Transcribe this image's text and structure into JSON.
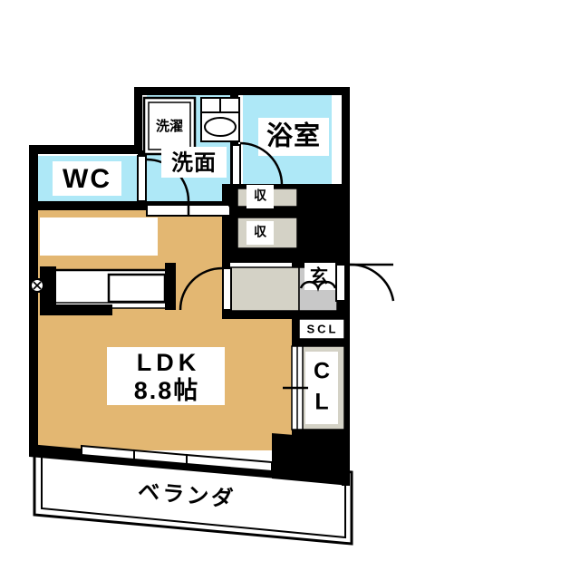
{
  "plan": {
    "type": "japanese-apartment-floor-plan",
    "colors": {
      "wall": "#000000",
      "wet_area": "#aee8f7",
      "living_floor": "#e3b772",
      "storage": "#d4d2c6",
      "genkan_tile": "#c8c8c8",
      "white": "#ffffff",
      "outline": "#000000"
    },
    "rooms": [
      {
        "id": "wc",
        "label": "WC",
        "name": "toilet"
      },
      {
        "id": "washbasin",
        "label": "洗面",
        "name": "washbasin-room"
      },
      {
        "id": "laundry",
        "label": "洗濯",
        "name": "washing-machine-space"
      },
      {
        "id": "bath",
        "label": "浴室",
        "name": "bathroom"
      },
      {
        "id": "storage1",
        "label": "収",
        "name": "storage-upper"
      },
      {
        "id": "storage2",
        "label": "収",
        "name": "storage-lower"
      },
      {
        "id": "genkan",
        "label": "玄",
        "name": "entrance"
      },
      {
        "id": "scl",
        "label": "SCL",
        "name": "shoe-closet"
      },
      {
        "id": "closet",
        "label_line1": "C",
        "label_line2": "L",
        "name": "closet"
      },
      {
        "id": "ldk",
        "label_line1": "LDK",
        "label_line2": "8.8帖",
        "name": "living-dining-kitchen",
        "size": "8.8",
        "unit": "帖"
      },
      {
        "id": "veranda",
        "label": "ベランダ",
        "name": "balcony"
      }
    ],
    "fixtures": [
      {
        "id": "kitchen-counter",
        "name": "kitchen-counter"
      },
      {
        "id": "sink",
        "name": "kitchen-sink"
      },
      {
        "id": "stove-mark",
        "name": "gas-outlet-mark"
      },
      {
        "id": "vanity-sink",
        "name": "vanity-basin"
      },
      {
        "id": "washer-box",
        "name": "washer-pan"
      },
      {
        "id": "window-balcony",
        "name": "balcony-sliding-window"
      }
    ]
  }
}
